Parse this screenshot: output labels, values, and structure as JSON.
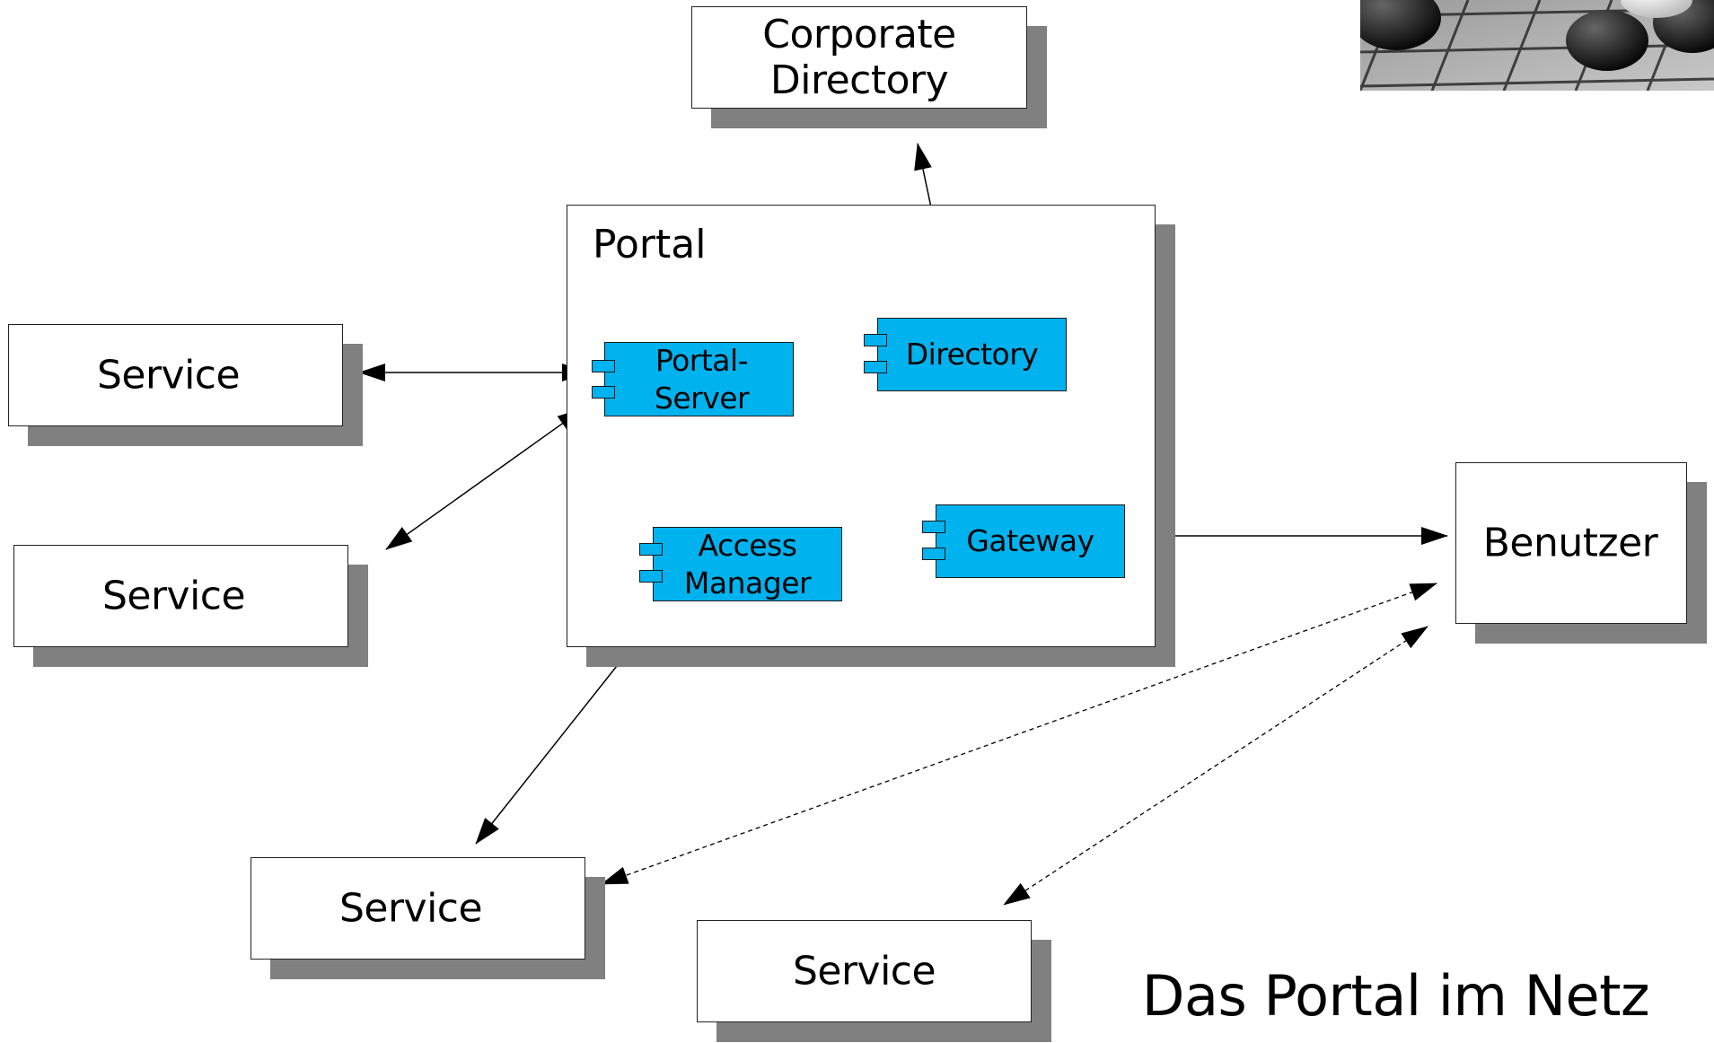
{
  "title": "Das Portal im Netz",
  "portal": {
    "title": "Portal",
    "components": {
      "portal_server": "Portal-Server",
      "directory": "Directory",
      "access_manager_line1": "Access",
      "access_manager_line2": "Manager",
      "gateway": "Gateway"
    }
  },
  "nodes": {
    "corporate_directory": "Corporate Directory",
    "service_1": "Service",
    "service_2": "Service",
    "service_3": "Service",
    "service_4": "Service",
    "benutzer": "Benutzer"
  },
  "colors": {
    "component_fill": "#00b2ee",
    "shadow": "#808080"
  }
}
